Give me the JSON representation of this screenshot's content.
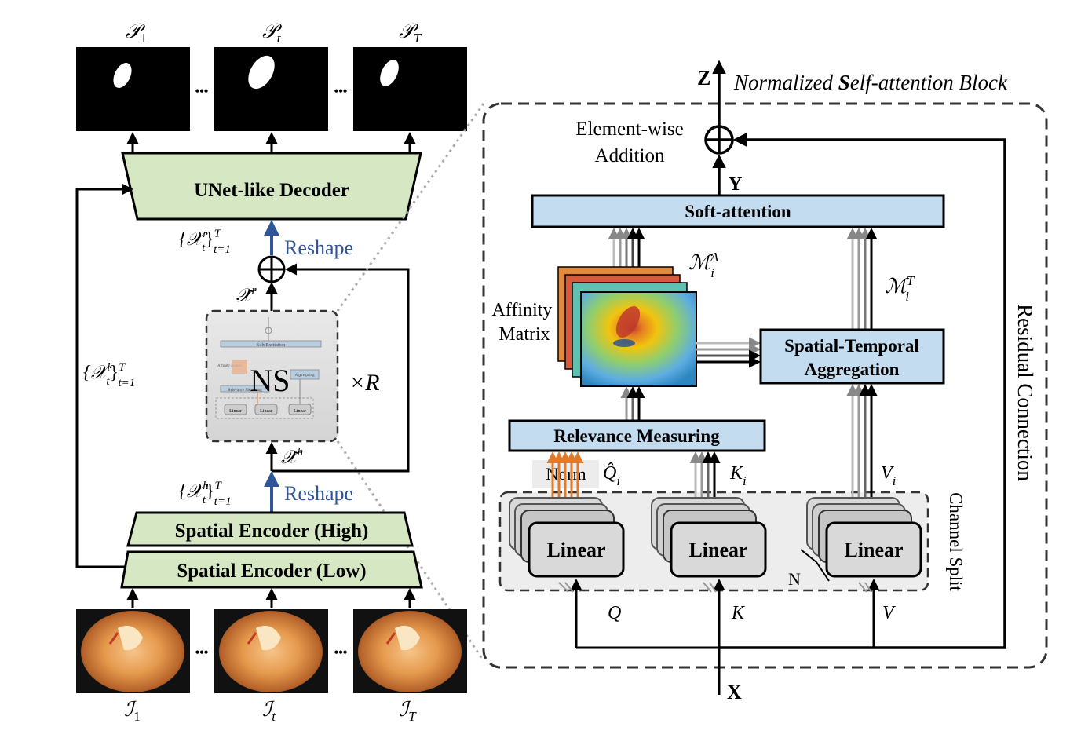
{
  "left": {
    "pred_labels": [
      {
        "sym": "𝒫",
        "sub": "1"
      },
      {
        "sym": "𝒫",
        "sub": "t"
      },
      {
        "sym": "𝒫",
        "sub": "T"
      }
    ],
    "input_labels": [
      {
        "sym": "ℐ",
        "sub": "1"
      },
      {
        "sym": "ℐ",
        "sub": "t"
      },
      {
        "sym": "ℐ",
        "sub": "T"
      }
    ],
    "ellipsis": "•••",
    "decoder": "UNet-like Decoder",
    "encoder_high": "Spatial Encoder (High)",
    "encoder_low": "Spatial Encoder (Low)",
    "reshape": "Reshape",
    "ns": "NS",
    "times_r": "×R",
    "xr_set": {
      "head": "{𝒳",
      "sup": "r",
      "sub": "t",
      "tail": "}",
      "range_sup": "T",
      "range_sub": "t=1"
    },
    "xh_set": {
      "head": "{𝒳",
      "sup": "h",
      "sub": "t",
      "tail": "}",
      "range_sup": "T",
      "range_sub": "t=1"
    },
    "xl_set": {
      "head": "{𝒳",
      "sup": "l",
      "sub": "t",
      "tail": "}",
      "range_sup": "T",
      "range_sub": "t=1"
    },
    "xr_tilde": {
      "sym": "𝒳̃",
      "sup": "r"
    },
    "xh_tilde": {
      "sym": "𝒳̃",
      "sup": "h"
    },
    "thumb": {
      "soft": "Soft Excitation",
      "affinity": "Affinity Matrix",
      "aggregating": "Aggregating",
      "relevance": "Relevance Measuring",
      "linear": "Linear"
    }
  },
  "right": {
    "title_prefix": "Normalized ",
    "title_bold": "S",
    "title_suffix": "elf-attention Block",
    "z": "Z",
    "x": "X",
    "y": "Y",
    "elementwise_1": "Element-wise",
    "elementwise_2": "Addition",
    "soft_attention": "Soft-attention",
    "affinity_1": "Affinity",
    "affinity_2": "Matrix",
    "ma": {
      "sym": "ℳ",
      "sup": "A",
      "sub": "i"
    },
    "mt": {
      "sym": "ℳ",
      "sup": "T",
      "sub": "i"
    },
    "sta_1": "Spatial-Temporal",
    "sta_2": "Aggregation",
    "relevance": "Relevance Measuring",
    "norm": "Norm",
    "qhat": {
      "sym": "Q̂",
      "sub": "i"
    },
    "ki": {
      "sym": "K",
      "sub": "i"
    },
    "vi": {
      "sym": "V",
      "sub": "i"
    },
    "linear": "Linear",
    "n_label": "N",
    "channel_split": "Channel Split",
    "residual": "Residual Connection",
    "q": "Q",
    "k": "K",
    "v": "V"
  },
  "colors": {
    "green_fill": "#d5e8c3",
    "blue_fill": "#c4dcef",
    "arrow_blue": "#2f5597",
    "orange": "#e07b2b",
    "dashed_border": "#333333"
  }
}
